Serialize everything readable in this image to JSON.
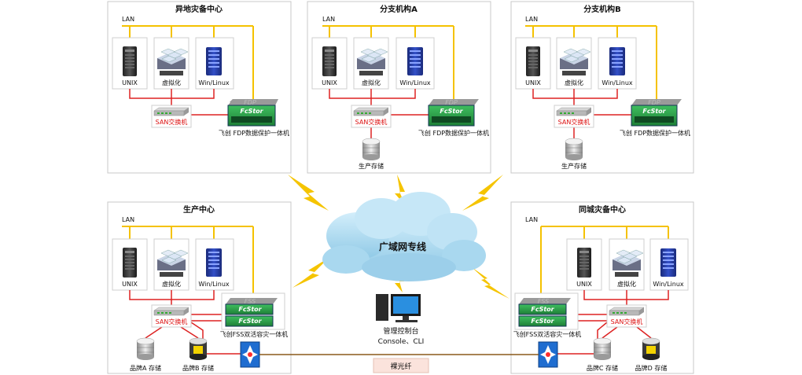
{
  "sites": {
    "remote_dr": {
      "title": "异地灾备中心",
      "lan": "LAN",
      "unix": "UNIX",
      "virt": "虚拟化",
      "winlinux": "Win/Linux",
      "san": "SAN交换机",
      "appliance": "飞创 FDP数据保护一体机"
    },
    "branch_a": {
      "title": "分支机构A",
      "lan": "LAN",
      "unix": "UNIX",
      "virt": "虚拟化",
      "winlinux": "Win/Linux",
      "san": "SAN交换机",
      "appliance": "飞创 FDP数据保护一体机",
      "storage": "生产存储"
    },
    "branch_b": {
      "title": "分支机构B",
      "lan": "LAN",
      "unix": "UNIX",
      "virt": "虚拟化",
      "winlinux": "Win/Linux",
      "san": "SAN交换机",
      "appliance": "飞创 FDP数据保护一体机",
      "storage": "生产存储"
    },
    "production": {
      "title": "生产中心",
      "lan": "LAN",
      "unix": "UNIX",
      "virt": "虚拟化",
      "winlinux": "Win/Linux",
      "san": "SAN交换机",
      "appliance": "飞创FSS双活容灾一体机",
      "storage_a": "品牌A 存储",
      "storage_b": "品牌B 存储"
    },
    "local_dr": {
      "title": "同城灾备中心",
      "lan": "LAN",
      "unix": "UNIX",
      "virt": "虚拟化",
      "winlinux": "Win/Linux",
      "san": "SAN交换机",
      "appliance": "飞创FSS双活容灾一体机",
      "storage_c": "品牌C 存储",
      "storage_d": "品牌D 存储"
    }
  },
  "cloud": {
    "label": "广域网专线"
  },
  "console": {
    "line1": "管理控制台",
    "line2": "Console、CLI"
  },
  "fiber": {
    "label": "裸光纤"
  },
  "device_text": {
    "fcstor": "FcStor",
    "fdp": "FDP",
    "fss": "FSS"
  },
  "colors": {
    "lan_line": "#f5c200",
    "san_line": "#dd2222",
    "fiber_line": "#8a5a1a",
    "lightning": "#f5c400",
    "cloud": "#a9d8ef",
    "appliance": "#2aa34a",
    "box_border": "#c8c8c8"
  }
}
